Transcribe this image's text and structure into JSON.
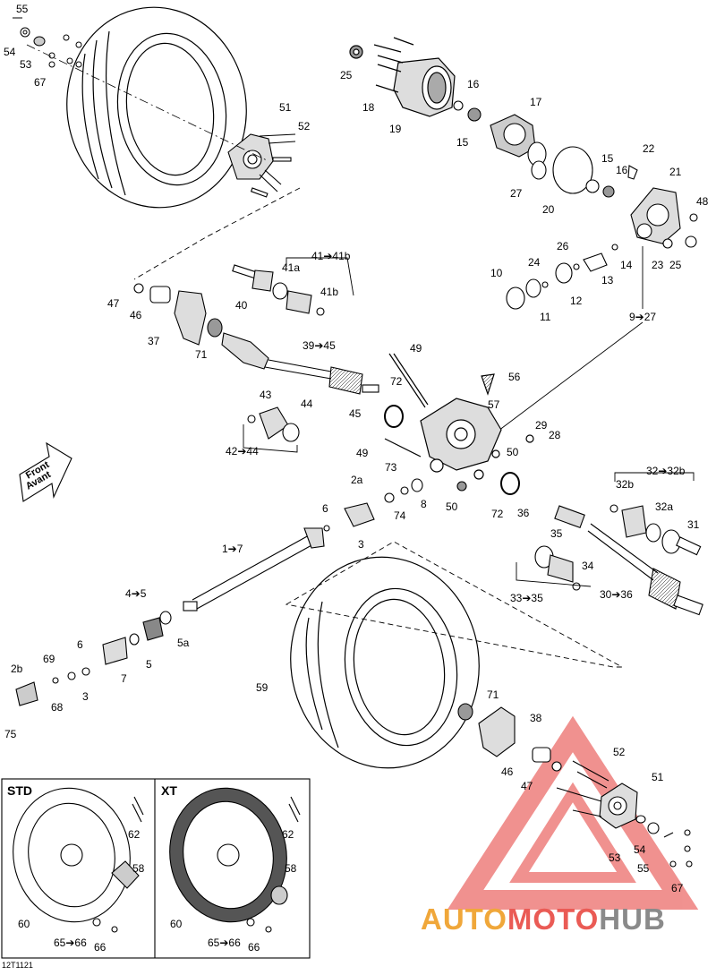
{
  "figure_ref": "12T1121",
  "front_arrow": {
    "line1": "Front",
    "line2": "Avant"
  },
  "inset": {
    "std": "STD",
    "xt": "XT"
  },
  "brand": {
    "auto": "AUTO",
    "moto": "MOTO",
    "hub": "HUB"
  },
  "labels": {
    "l55a": "55",
    "l54a": "54",
    "l53a": "53",
    "l67a": "67",
    "l25a": "25",
    "l18": "18",
    "l19": "19",
    "l16a": "16",
    "l15a": "15",
    "l17": "17",
    "l27": "27",
    "l20": "20",
    "l15b": "15",
    "l16b": "16",
    "l22": "22",
    "l21": "21",
    "l48": "48",
    "l23": "23",
    "l25b": "25",
    "l26": "26",
    "l24": "24",
    "l14": "14",
    "l13": "13",
    "l10": "10",
    "l11": "11",
    "l12": "12",
    "l9_27": "9➔27",
    "l51a": "51",
    "l52a": "52",
    "l41_41b": "41➔41b",
    "l41a": "41a",
    "l41b": "41b",
    "l40": "40",
    "l47a": "47",
    "l46a": "46",
    "l37": "37",
    "l71a": "71",
    "l39_45": "39➔45",
    "l49a": "49",
    "l56": "56",
    "l57": "57",
    "l72a": "72",
    "l45": "45",
    "l43": "43",
    "l44": "44",
    "l42_44": "42➔44",
    "l29": "29",
    "l28": "28",
    "l50a": "50",
    "l49b": "49",
    "l73": "73",
    "l2a": "2a",
    "l8": "8",
    "l74": "74",
    "l50b": "50",
    "l72b": "72",
    "l36": "36",
    "l32_32b": "32➔32b",
    "l32b": "32b",
    "l32a": "32a",
    "l31": "31",
    "l35": "35",
    "l34": "34",
    "l33_35": "33➔35",
    "l30_36": "30➔36",
    "l6a": "6",
    "l3a": "3",
    "l1_7": "1➔7",
    "l4_5": "4➔5",
    "l5a": "5a",
    "l5": "5",
    "l69": "69",
    "l6b": "6",
    "l2b": "2b",
    "l68": "68",
    "l3b": "3",
    "l7": "7",
    "l75": "75",
    "l59": "59",
    "l71b": "71",
    "l38": "38",
    "l46b": "46",
    "l47b": "47",
    "l52b": "52",
    "l51b": "51",
    "l54b": "54",
    "l53b": "53",
    "l55b": "55",
    "l67b": "67",
    "l62a": "62",
    "l58a": "58",
    "l60a": "60",
    "l65_66a": "65➔66",
    "l66a": "66",
    "l62b": "62",
    "l58b": "58",
    "l60b": "60",
    "l65_66b": "65➔66",
    "l66b": "66"
  },
  "colors": {
    "line": "#000000",
    "part_fill": "#ffffff",
    "shade": "#d9d9d9",
    "logo_red": "#e53935",
    "logo_orange": "#f0a73a",
    "logo_gray": "#8a8a8a"
  }
}
